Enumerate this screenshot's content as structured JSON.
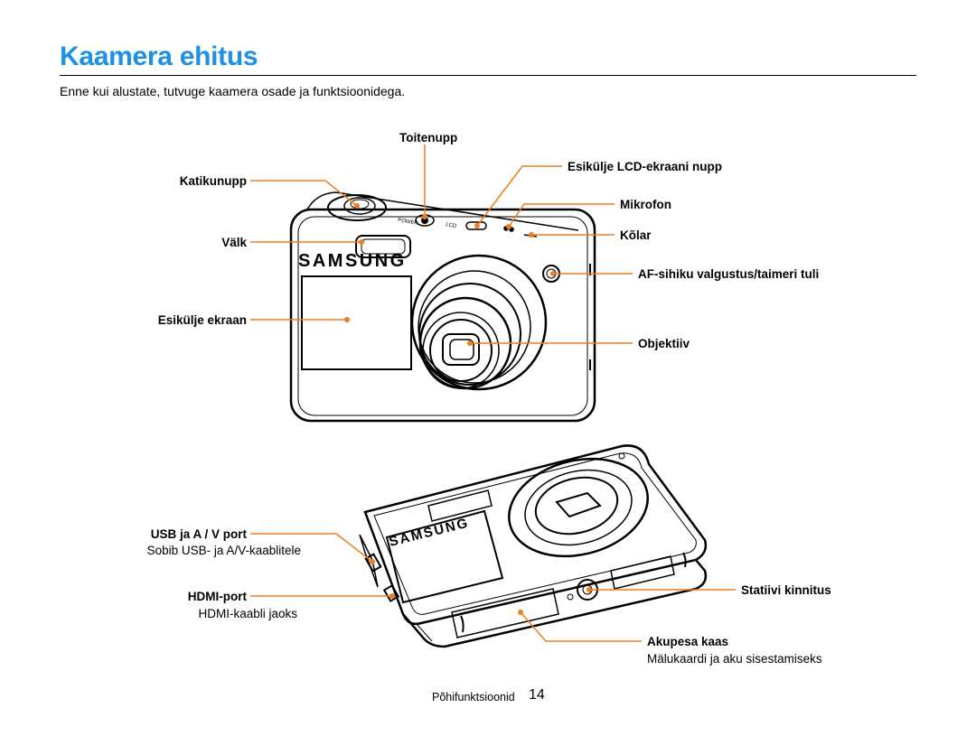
{
  "page": {
    "title": "Kaamera ehitus",
    "intro": "Enne kui alustate, tutvuge kaamera osade ja funktsioonidega."
  },
  "labels": {
    "power": "Toitenupp",
    "front_lcd_button": "Esikülje LCD-ekraani nupp",
    "shutter": "Katikunupp",
    "microphone": "Mikrofon",
    "flash": "Välk",
    "speaker": "Kõlar",
    "af_lamp": "AF-sihiku valgustus/taimeri tuli",
    "front_screen": "Esikülje ekraan",
    "lens": "Objektiiv",
    "usb_port": "USB ja A / V port",
    "usb_port_desc": "Sobib USB- ja A/V-kaablitele",
    "hdmi_port": "HDMI-port",
    "hdmi_port_desc": "HDMI-kaabli jaoks",
    "tripod": "Statiivi kinnitus",
    "battery_cover": "Akupesa kaas",
    "battery_cover_desc": "Mälukaardi ja aku sisestamiseks"
  },
  "brand": "SAMSUNG",
  "camera_markings": {
    "power": "POWER",
    "lcd": "LCD"
  },
  "footer": {
    "section": "Põhifunktsioonid",
    "page_number": "14"
  },
  "colors": {
    "title": "#1e90e6",
    "callout": "#f07d1e"
  }
}
